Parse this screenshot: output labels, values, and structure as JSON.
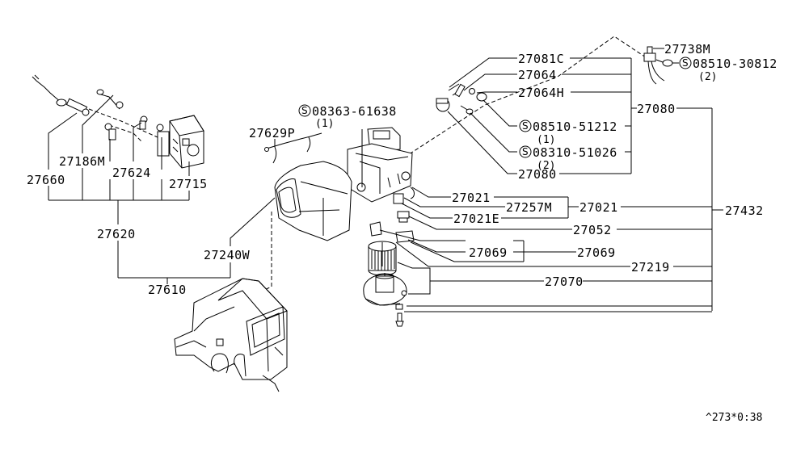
{
  "diagram": {
    "title": "Heater & Blower Unit parts diagram",
    "footer_code": "^273*0:38",
    "line_color": "#000000",
    "background": "#ffffff",
    "standard_part_symbol": "S",
    "labels": {
      "p27738M": "27738M",
      "s0851030812": "08510-30812",
      "s0851030812_qty": "(2)",
      "p27081C": "27081C",
      "p27064": "27064",
      "p27064H": "27064H",
      "p27080_top": "27080",
      "s0851051212": "08510-51212",
      "s0851051212_qty": "(1)",
      "s0831051026": "08310-51026",
      "s0831051026_qty": "(2)",
      "p27080_lower": "27080",
      "s0836361638": "08363-61638",
      "s0836361638_qty": "(1)",
      "p27629P": "27629P",
      "p27021_a": "27021",
      "p27257M": "27257M",
      "p27021_b": "27021",
      "p27021E": "27021E",
      "p27432": "27432",
      "p27052": "27052",
      "p27069_a": "27069",
      "p27069_b": "27069",
      "p27219": "27219",
      "p27070": "27070",
      "p27186M": "27186M",
      "p27660": "27660",
      "p27624": "27624",
      "p27715": "27715",
      "p27620": "27620",
      "p27240W": "27240W",
      "p27610": "27610"
    }
  }
}
